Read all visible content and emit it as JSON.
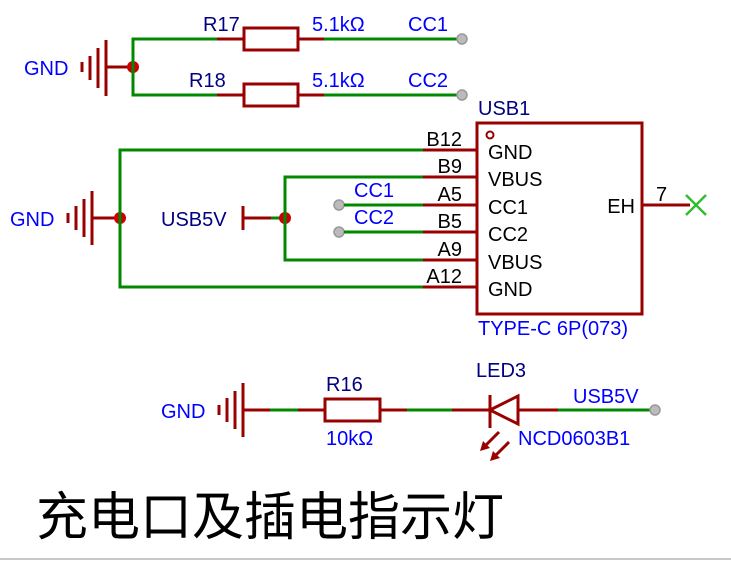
{
  "colors": {
    "wire": "#008800",
    "pin": "#990000",
    "junction": "#cc0000",
    "designator": "#000080",
    "value": "#0000ff",
    "net_label": "#0000ff",
    "no_connect": "#33bb33"
  },
  "cc_resistors": {
    "gnd_label": "GND",
    "r17": {
      "designator": "R17",
      "value": "5.1kΩ",
      "net": "CC1"
    },
    "r18": {
      "designator": "R18",
      "value": "5.1kΩ",
      "net": "CC2"
    }
  },
  "usb": {
    "designator": "USB1",
    "part": "TYPE-C 6P(073)",
    "gnd_label": "GND",
    "power_label": "USB5V",
    "pins": [
      {
        "num": "B12",
        "name": "GND"
      },
      {
        "num": "B9",
        "name": "VBUS"
      },
      {
        "num": "A5",
        "name": "CC1"
      },
      {
        "num": "B5",
        "name": "CC2"
      },
      {
        "num": "A9",
        "name": "VBUS"
      },
      {
        "num": "A12",
        "name": "GND"
      }
    ],
    "right_pin": {
      "num": "7",
      "name": "EH"
    },
    "cc_nets": [
      "CC1",
      "CC2"
    ]
  },
  "led_circuit": {
    "gnd_label": "GND",
    "resistor": {
      "designator": "R16",
      "value": "10kΩ"
    },
    "led": {
      "designator": "LED3",
      "value": "NCD0603B1"
    },
    "net": "USB5V"
  },
  "title": "充电口及插电指示灯"
}
